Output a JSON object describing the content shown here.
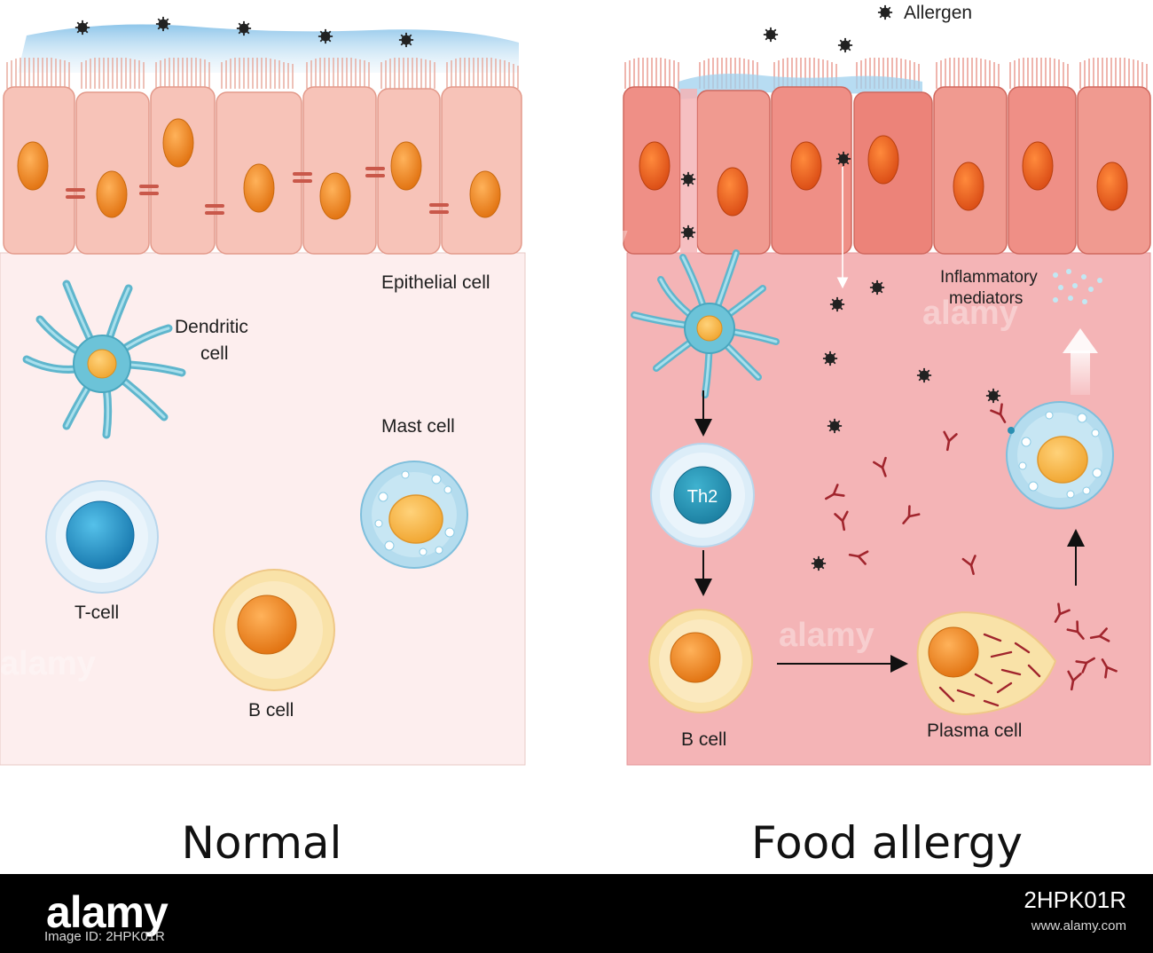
{
  "colors": {
    "normal_bg": "#fdeeee",
    "allergy_bg": "#f4b4b6",
    "epithelial_normal": "#f7c3b8",
    "epithelial_allergy": "#ef8f86",
    "nucleus": "#f08d1e",
    "mucus": "#a9d4ef",
    "dendritic": "#6cc3d8",
    "mast": "#b4dcee",
    "tcell": "#2f9fd0",
    "bcell": "#f9e2a8",
    "antibody": "#a1252d",
    "allergen": "#222222"
  },
  "icons": {
    "allergen": "allergen-particle-icon",
    "antibody": "antibody-y-icon",
    "tight_junction": "tight-junction-icon"
  },
  "labels": {
    "allergen": "Allergen",
    "epithelial_cell": "Epithelial cell",
    "dendritic_cell_line1": "Dendritic",
    "dendritic_cell_line2": "cell",
    "mast_cell": "Mast cell",
    "t_cell": "T-cell",
    "b_cell_normal": "B cell",
    "inflammatory_line1": "Inflammatory",
    "inflammatory_line2": "mediators",
    "th2": "Th2",
    "b_cell_allergy": "B cell",
    "plasma_cell": "Plasma cell"
  },
  "titles": {
    "normal": "Normal",
    "allergy": "Food allergy"
  },
  "watermark": {
    "text": "alamy"
  },
  "footer": {
    "logo": "alamy",
    "caption": "Image ID: 2HPK01R",
    "image_code": "2HPK01R",
    "site": "www.alamy.com"
  }
}
